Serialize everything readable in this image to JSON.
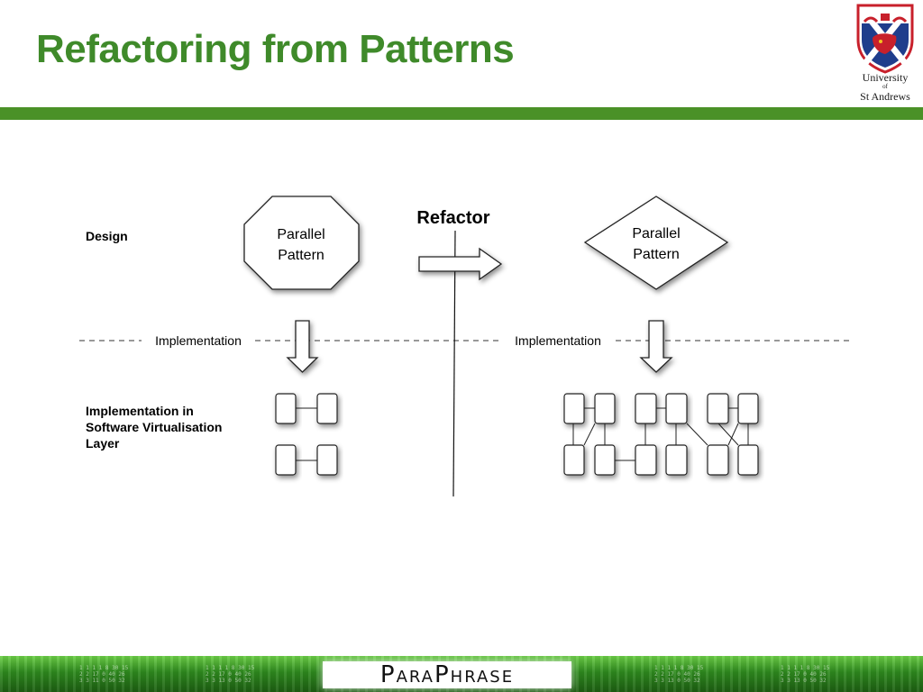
{
  "slide": {
    "title": "Refactoring from Patterns"
  },
  "logo": {
    "line1": "University",
    "line2": "of",
    "line3": "St Andrews",
    "colors": {
      "navy": "#1f3d8c",
      "red": "#c8202b",
      "gold": "#f2c321"
    }
  },
  "diagram": {
    "refactor_label": "Refactor",
    "left_pattern": {
      "line1": "Parallel",
      "line2": "Pattern",
      "shape": "octagon"
    },
    "right_pattern": {
      "line1": "Parallel",
      "line2": "Pattern",
      "shape": "diamond"
    },
    "implementation_label_left": "Implementation",
    "implementation_label_right": "Implementation"
  },
  "side_labels": {
    "design": "Design",
    "impl_line1": "Implementation in",
    "impl_line2": "Software Virtualisation",
    "impl_line3": "Layer"
  },
  "footer": {
    "brand": "ParaPhrase",
    "colors": {
      "green_light": "#6ccf47",
      "green_dark": "#1d5e12"
    }
  },
  "colors": {
    "title_green": "#3f8a2a",
    "bar_green": "#4a9127"
  }
}
